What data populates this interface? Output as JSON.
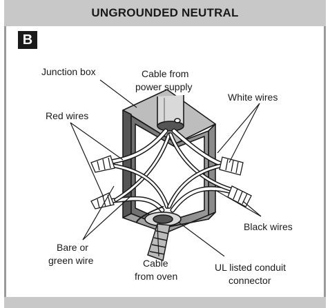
{
  "header": {
    "title": "UNGROUNDED NEUTRAL"
  },
  "figure": {
    "badge": "B"
  },
  "labels": {
    "junction_box": "Junction box",
    "cable_power_1": "Cable from",
    "cable_power_2": "power supply",
    "white_wires": "White wires",
    "red_wires": "Red wires",
    "black_wires": "Black wires",
    "bare_1": "Bare or",
    "bare_2": "green wire",
    "cable_oven_1": "Cable",
    "cable_oven_2": "from oven",
    "ul_1": "UL listed conduit",
    "ul_2": "connector"
  }
}
